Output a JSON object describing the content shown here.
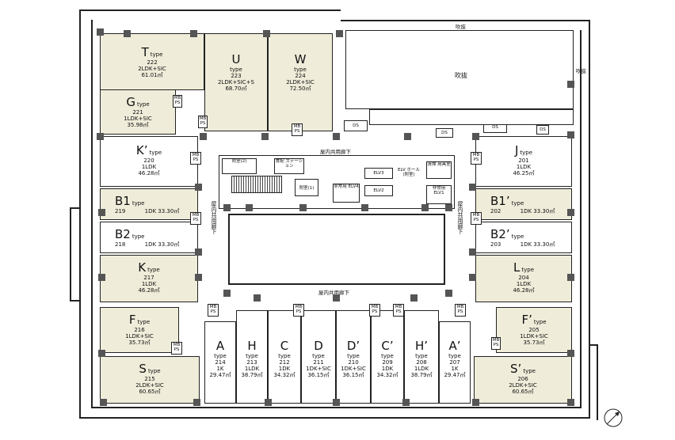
{
  "units": {
    "T": {
      "letter": "T",
      "type": "type",
      "no": "222",
      "layout": "2LDK+SIC",
      "area": "61.01㎡"
    },
    "U": {
      "letter": "U",
      "type": "type",
      "no": "223",
      "layout": "2LDK+SIC+S",
      "area": "68.70㎡"
    },
    "W": {
      "letter": "W",
      "type": "type",
      "no": "224",
      "layout": "2LDK+SIC",
      "area": "72.50㎡"
    },
    "G": {
      "letter": "G",
      "type": "type",
      "no": "221",
      "layout": "1LDK+SIC",
      "area": "35.98㎡"
    },
    "K2": {
      "letter": "K’",
      "type": "type",
      "no": "220",
      "layout": "1LDK",
      "area": "46.28㎡"
    },
    "B1": {
      "letter": "B1",
      "type": "type",
      "no": "219",
      "layout": "1DK",
      "area": "33.30㎡"
    },
    "B2": {
      "letter": "B2",
      "type": "type",
      "no": "218",
      "layout": "1DK",
      "area": "33.30㎡"
    },
    "K": {
      "letter": "K",
      "type": "type",
      "no": "217",
      "layout": "1LDK",
      "area": "46.28㎡"
    },
    "F": {
      "letter": "F",
      "type": "type",
      "no": "216",
      "layout": "1LDK+SIC",
      "area": "35.73㎡"
    },
    "S": {
      "letter": "S",
      "type": "type",
      "no": "215",
      "layout": "2LDK+SIC",
      "area": "60.65㎡"
    },
    "A": {
      "letter": "A",
      "type": "type",
      "no": "214",
      "layout": "1K",
      "area": "29.47㎡"
    },
    "H": {
      "letter": "H",
      "type": "type",
      "no": "213",
      "layout": "1LDK",
      "area": "38.79㎡"
    },
    "C": {
      "letter": "C",
      "type": "type",
      "no": "212",
      "layout": "1DK",
      "area": "34.32㎡"
    },
    "D": {
      "letter": "D",
      "type": "type",
      "no": "211",
      "layout": "1DK+SIC",
      "area": "36.15㎡"
    },
    "D2": {
      "letter": "D’",
      "type": "type",
      "no": "210",
      "layout": "1DK+SIC",
      "area": "36.15㎡"
    },
    "C2": {
      "letter": "C’",
      "type": "type",
      "no": "209",
      "layout": "1DK",
      "area": "34.32㎡"
    },
    "H2": {
      "letter": "H’",
      "type": "type",
      "no": "208",
      "layout": "1LDK",
      "area": "38.79㎡"
    },
    "A2": {
      "letter": "A’",
      "type": "type",
      "no": "207",
      "layout": "1K",
      "area": "29.47㎡"
    },
    "S2": {
      "letter": "S’",
      "type": "type",
      "no": "206",
      "layout": "2LDK+SIC",
      "area": "60.65㎡"
    },
    "F2": {
      "letter": "F’",
      "type": "type",
      "no": "205",
      "layout": "1LDK+SIC",
      "area": "35.73㎡"
    },
    "L": {
      "letter": "L",
      "type": "type",
      "no": "204",
      "layout": "1LDK",
      "area": "46.28㎡"
    },
    "B22": {
      "letter": "B2’",
      "type": "type",
      "no": "203",
      "layout": "1DK",
      "area": "33.30㎡"
    },
    "B12": {
      "letter": "B1’",
      "type": "type",
      "no": "202",
      "layout": "1DK",
      "area": "33.30㎡"
    },
    "J": {
      "letter": "J",
      "type": "type",
      "no": "201",
      "layout": "1LDK",
      "area": "46.25㎡"
    }
  },
  "labels": {
    "fukinuke": "吹抜",
    "fukinuke_top": "吹抜",
    "fukinuke_right": "吹抜",
    "corridor_top": "屋内共用廊下",
    "corridor_bottom": "屋内共用廊下",
    "corridor_left": "屋内共用廊下",
    "corridor_right": "屋内共用廊下",
    "annex2": "附室(2)",
    "annex1": "附室(1)",
    "delivery": "食配 ステーション",
    "elv_hall": "ELV ホール (附室)",
    "elv3": "ELV3",
    "elv2": "ELV2",
    "elv4": "非常用 ELV4",
    "elv1": "非常用 ELV1",
    "cleaning": "清掃 用具室",
    "mbps": "MB PS",
    "ds": "DS"
  }
}
